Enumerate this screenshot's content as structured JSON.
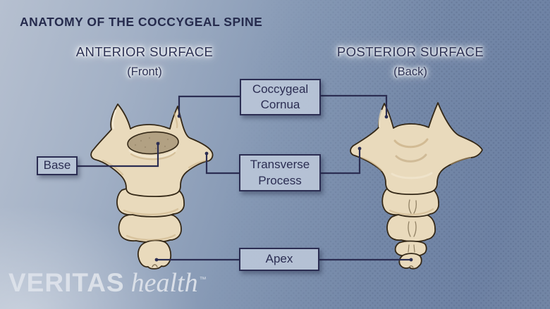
{
  "title": "ANATOMY OF THE COCCYGEAL SPINE",
  "sections": {
    "anterior": {
      "heading": "ANTERIOR SURFACE",
      "subheading": "(Front)"
    },
    "posterior": {
      "heading": "POSTERIOR SURFACE",
      "subheading": "(Back)"
    }
  },
  "labels": {
    "coccygeal_cornua": "Coccygeal\nCornua",
    "transverse_process": "Transverse\nProcess",
    "base": "Base",
    "apex": "Apex"
  },
  "logo": {
    "brand": "VERITAS",
    "name": "health",
    "trademark": "™"
  },
  "colors": {
    "background_light": "#b6c0d0",
    "background_dark": "#6e82a4",
    "connector_line": "#2b2d52",
    "label_box_fill": "#b9c5d7",
    "label_text": "#2b2d52",
    "title_text": "#262b4d",
    "bone_fill": "#e9dabc",
    "bone_outline": "#342817",
    "base_oval_fill": "#b2a183",
    "logo_text": "#dde2ea"
  }
}
